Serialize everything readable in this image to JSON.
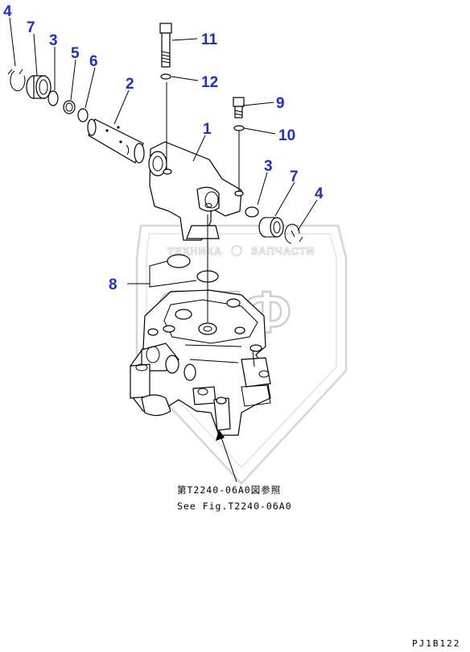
{
  "callouts": {
    "c4a": "4",
    "c7a": "7",
    "c3a": "3",
    "c5": "5",
    "c6": "6",
    "c2": "2",
    "c11": "11",
    "c12": "12",
    "c9": "9",
    "c10": "10",
    "c1": "1",
    "c3b": "3",
    "c7b": "7",
    "c4b": "4",
    "c8": "8"
  },
  "reference": {
    "line1": "第T2240-06A0図参照",
    "line2": "See Fig.T2240-06A0"
  },
  "watermark": {
    "left": "ТЕХНИКА",
    "right": "ЗАПЧАСТИ",
    "big": "ЭТФ"
  },
  "drawing_code": "PJ1B122",
  "colors": {
    "callout": "#1c2fd0",
    "watermark": "#cfcfcf"
  }
}
